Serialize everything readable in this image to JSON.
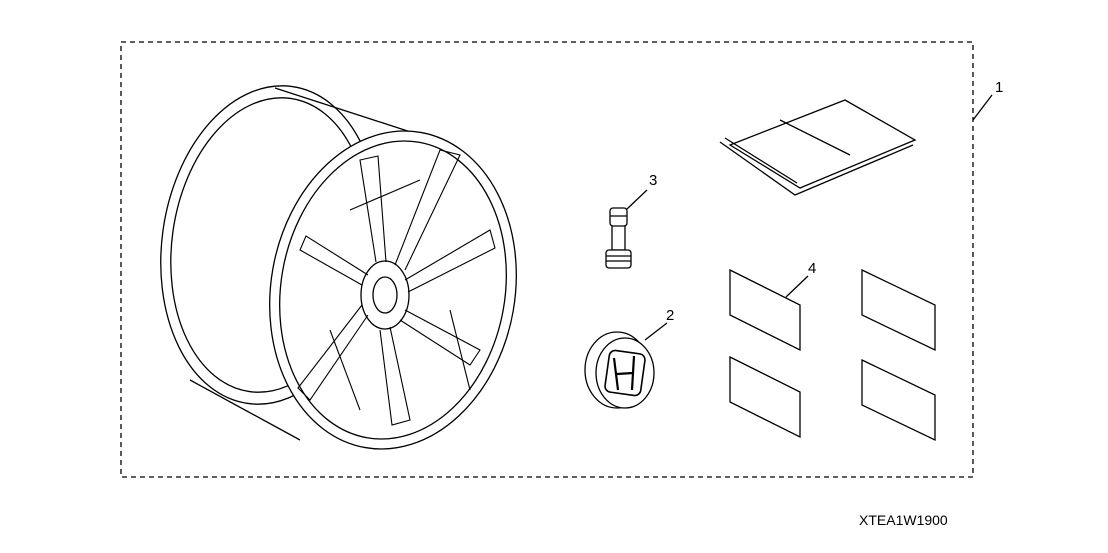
{
  "diagram": {
    "callouts": [
      {
        "number": "1",
        "part": "kit-outline"
      },
      {
        "number": "2",
        "part": "center-cap"
      },
      {
        "number": "3",
        "part": "valve-stem"
      },
      {
        "number": "4",
        "part": "labels"
      }
    ],
    "diagram_code": "XTEA1W1900",
    "colors": {
      "line": "#000000",
      "background": "#ffffff"
    }
  }
}
